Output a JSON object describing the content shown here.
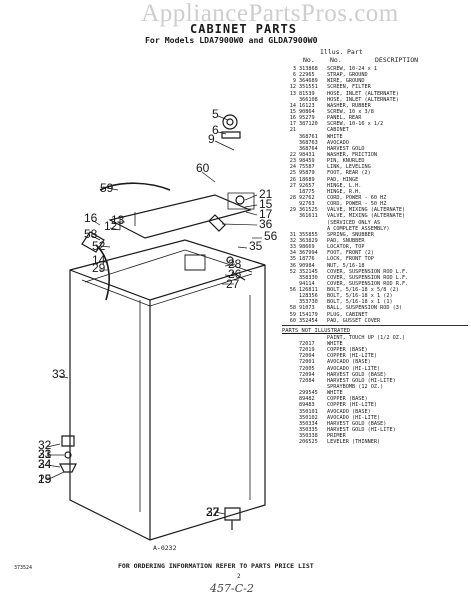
{
  "watermark": "AppliancePartsPros.com",
  "title": "CABINET PARTS",
  "subtitle": "For Models LDA7900W0 and GLDA7900W0",
  "columns": {
    "illus": "Illus.",
    "part": "Part",
    "no1": "No.",
    "no2": "No.",
    "description": "DESCRIPTION"
  },
  "parts": [
    [
      "3",
      "313868",
      "SCREW, 10-24 x 1"
    ],
    [
      "6",
      "22965",
      "STRAP, GROUND"
    ],
    [
      "9",
      "364689",
      "WIRE, GROUND"
    ],
    [
      "12",
      "351551",
      "SCREEN, FILTER"
    ],
    [
      "13",
      "81539",
      "HOSE, INLET (ALTERNATE)"
    ],
    [
      "",
      "366108",
      "HOSE, INLET (ALTERNATE)"
    ],
    [
      "14",
      "16123",
      "WASHER, RUBBER"
    ],
    [
      "15",
      "90864",
      "SCREW, 10 x 3/8"
    ],
    [
      "16",
      "95279",
      "PANEL, REAR"
    ],
    [
      "17",
      "387120",
      "SCREW, 10-16 x 1/2"
    ],
    [
      "21",
      "",
      "CABINET"
    ],
    [
      "",
      "368761",
      "WHITE"
    ],
    [
      "",
      "368763",
      "AVOCADO"
    ],
    [
      "",
      "368764",
      "HARVEST GOLD"
    ],
    [
      "22",
      "98431",
      "WASHER, FRICTION"
    ],
    [
      "23",
      "98459",
      "PIN, KNURLED"
    ],
    [
      "24",
      "75587",
      "LINK, LEVELING"
    ],
    [
      "25",
      "95879",
      "FOOT, REAR (2)"
    ],
    [
      "26",
      "18689",
      "PAD, HINGE"
    ],
    [
      "27",
      "92657",
      "HINGE, L.H."
    ],
    [
      "",
      "18775",
      "HINGE, R.H."
    ],
    [
      "28",
      "92762",
      "CORD, POWER - 60 HZ"
    ],
    [
      "",
      "92763",
      "CORD, POWER - 50 HZ"
    ],
    [
      "29",
      "361525",
      "VALVE, MIXING (ALTERNATE)"
    ],
    [
      "",
      "361611",
      "VALVE, MIXING (ALTERNATE)"
    ],
    [
      "",
      "",
      "(SERVICED ONLY AS"
    ],
    [
      "",
      "",
      "A COMPLETE ASSEMBLY)"
    ],
    [
      "31",
      "355855",
      "SPRING, SNUBBER"
    ],
    [
      "32",
      "363829",
      "PAD, SNUBBER"
    ],
    [
      "33",
      "98669",
      "LOCATOR, TOP"
    ],
    [
      "34",
      "367994",
      "FOOT, FRONT (2)"
    ],
    [
      "35",
      "18776",
      "LOCK, FRONT TOP"
    ],
    [
      "36",
      "90984",
      "NUT, 5/16-18"
    ],
    [
      "52",
      "352145",
      "COVER, SUSPENSION ROD L.F."
    ],
    [
      "",
      "358330",
      "COVER, SUSPENSION ROD L.F."
    ],
    [
      "",
      "94114",
      "COVER, SUSPENSION ROD R.F."
    ],
    [
      "56",
      "126811",
      "BOLT, 5/16-18 x 5/8 (2)"
    ],
    [
      "",
      "128356",
      "BOLT, 5/16-18 x 1 (2)"
    ],
    [
      "",
      "353730",
      "BOLT, 5/16-18 x 1 (1)"
    ],
    [
      "58",
      "91073",
      "BALL, SUSPENSION ROD (3)"
    ],
    [
      "59",
      "154179",
      "PLUG, CABINET"
    ],
    [
      "60",
      "352454",
      "PAD, GUSSET COVER"
    ]
  ],
  "not_illustrated_heading": "PARTS NOT ILLUSTRATED",
  "not_illustrated": [
    [
      "",
      "",
      "PAINT, TOUCH UP (1/2 OZ.)"
    ],
    [
      "",
      "72017",
      "WHITE"
    ],
    [
      "",
      "72019",
      "COPPER (BASE)"
    ],
    [
      "",
      "72004",
      "COPPER (HI-LITE)"
    ],
    [
      "",
      "72001",
      "AVOCADO (BASE)"
    ],
    [
      "",
      "72005",
      "AVOCADO (HI-LITE)"
    ],
    [
      "",
      "72094",
      "HARVEST GOLD (BASE)"
    ],
    [
      "",
      "72084",
      "HARVEST GOLD (HI-LITE)"
    ],
    [
      "",
      "",
      "SPRAYBOMB (12 OZ.)"
    ],
    [
      "",
      "299545",
      "WHITE"
    ],
    [
      "",
      "89482",
      "COPPER (BASE)"
    ],
    [
      "",
      "89483",
      "COPPER (HI-LITE)"
    ],
    [
      "",
      "350101",
      "AVOCADO (BASE)"
    ],
    [
      "",
      "350102",
      "AVOCADO (HI-LITE)"
    ],
    [
      "",
      "350334",
      "HARVEST GOLD (BASE)"
    ],
    [
      "",
      "350335",
      "HARVEST GOLD (HI-LITE)"
    ],
    [
      "",
      "350338",
      "PRIMER"
    ],
    [
      "",
      "206525",
      "LEVELER (THINNER)"
    ]
  ],
  "callouts": [
    "5",
    "6",
    "9",
    "60",
    "59",
    "21",
    "15",
    "17",
    "36",
    "56",
    "35",
    "16",
    "58",
    "52",
    "12",
    "13",
    "14",
    "29",
    "28",
    "26",
    "27",
    "33",
    "32",
    "31",
    "34",
    "19",
    "22",
    "23",
    "24",
    "25",
    "37"
  ],
  "figure_id": "A-0232",
  "footer": "FOR ORDERING INFORMATION REFER TO PARTS PRICE LIST",
  "footer_number": "373524",
  "page_number": "2",
  "handwritten_note": "457-C-2",
  "colors": {
    "ink": "#1a1a1a",
    "watermark": "#c9c9c9"
  }
}
